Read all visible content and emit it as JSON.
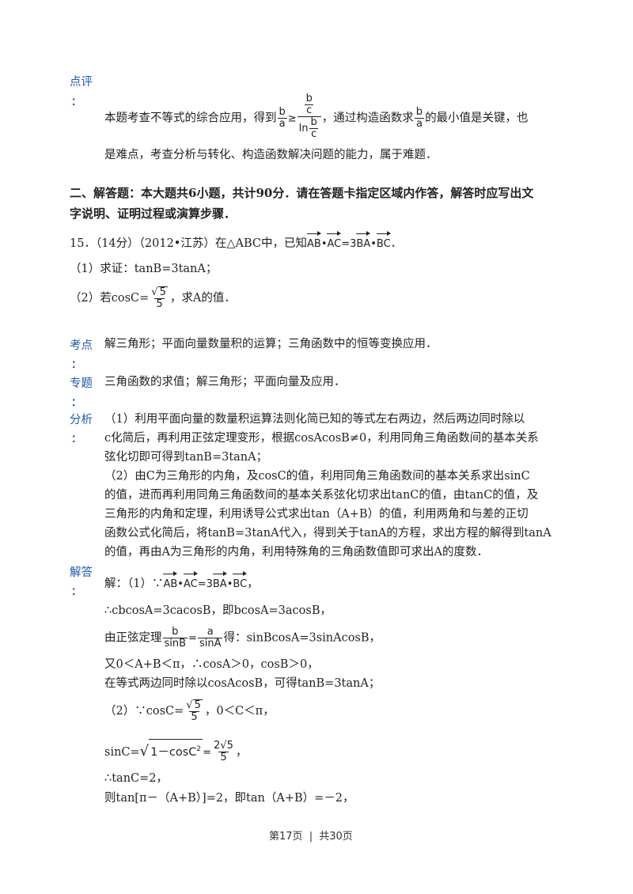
{
  "labels": {
    "comment": "点评",
    "kaodian": "考点",
    "zhuanti": "专题",
    "fenxi": "分析",
    "jieda": "解答",
    "colon": "："
  },
  "comment": {
    "line1_pre": "本题考查不等式的综合应用，得到",
    "f1_num": "b",
    "f1_den": "a",
    "ge": "≥",
    "f2_num_num": "b",
    "f2_num_den": "c",
    "f2_den_ln": "ln",
    "f2_den_num": "b",
    "f2_den_den": "c",
    "line1_mid": "，通过构造函数求",
    "f3_num": "b",
    "f3_den": "a",
    "line1_post": "的最小值是关键，也",
    "line2": "是难点，考查分析与转化、构造函数解决问题的能力，属于难题．"
  },
  "section": {
    "line1": "二、解答题：本大题共6小题，共计90分．请在答题卡指定区域内作答，解答时应写出文",
    "line2": "字说明、证明过程或演算步骤．"
  },
  "problem": {
    "stem_pre": "15．（14分）（2012•江苏）在△ABC中，已知",
    "v1": "AB",
    "dot": "•",
    "v2": "AC",
    "eq3": "=3",
    "v3": "BA",
    "v4": "BC",
    "end": "．",
    "part1": "（1）求证：tanB=3tanA；",
    "part2_pre": "（2）若cosC=",
    "p2_sqrt": "5",
    "p2_den": "5",
    "part2_post": "，求A的值．"
  },
  "kaodian_text": "解三角形；平面向量数量积的运算；三角函数中的恒等变换应用．",
  "zhuanti_text": "三角函数的求值；解三角形；平面向量及应用．",
  "fenxi": [
    "（1）利用平面向量的数量积运算法则化简已知的等式左右两边，然后两边同时除以",
    "c化简后，再利用正弦定理变形，根据cosAcosB≠0，利用同角三角函数间的基本关系",
    "弦化切即可得到tanB=3tanA；",
    "（2）由C为三角形的内角，及cosC的值，利用同角三角函数间的基本关系求出sinC",
    "的值，进而再利用同角三角函数间的基本关系弦化切求出tanC的值，由tanC的值，及",
    "三角形的内角和定理，利用诱导公式求出tan（A+B）的值，利用两角和与差的正切",
    "函数公式化简后，将tanB=3tanA代入，得到关于tanA的方程，求出方程的解得到tanA",
    "的值，再由A为三角形的内角，利用特殊角的三角函数值即可求出A的度数．"
  ],
  "jieda": {
    "l1_pre": "解：（1）∵",
    "l1_v1": "AB",
    "l1_dot": "•",
    "l1_v2": "AC",
    "l1_eq": "=3",
    "l1_v3": "BA",
    "l1_v4": "BC",
    "l1_end": "，",
    "l2": "∴cbcosA=3cacosB，即bcosA=3acosB，",
    "l3_pre": "由正弦定理",
    "l3_f1_num": "b",
    "l3_f1_den": "sinB",
    "l3_eq": "=",
    "l3_f2_num": "a",
    "l3_f2_den": "sinA",
    "l3_post": "得：sinBcosA=3sinAcosB，",
    "l4": "又0＜A+B＜π，∴cosA＞0，cosB＞0，",
    "l5": "在等式两边同时除以cosAcosB，可得tanB=3tanA；",
    "l6_pre": "（2）∵cosC=",
    "l6_sqrt": "5",
    "l6_den": "5",
    "l6_post": "，0＜C＜π，",
    "l7_pre": "sinC=",
    "l7_rad": "1－cosC",
    "l7_sup": "2",
    "l7_eq": "=",
    "l7_num": "2√5",
    "l7_den": "5",
    "l7_post": "，",
    "l8": "∴tanC=2，",
    "l9": "则tan[π－（A+B）]=2，即tan（A+B）=－2，"
  },
  "footer": {
    "page": "第17页",
    "sep": "|",
    "total": "共30页"
  }
}
